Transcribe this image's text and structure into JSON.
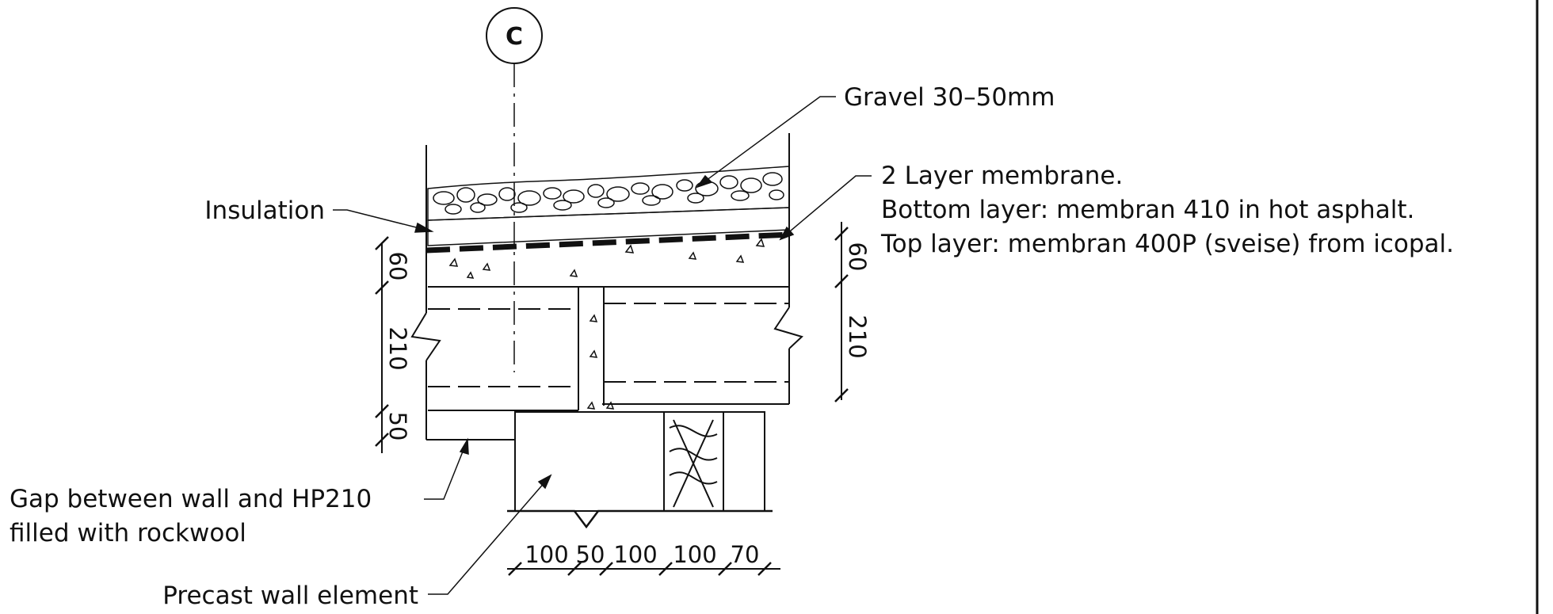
{
  "grid_marker": {
    "label": "C"
  },
  "callouts": {
    "gravel": "Gravel 30–50mm",
    "membrane_title": "2 Layer membrane.",
    "membrane_bottom": "Bottom layer: membran 410 in hot asphalt.",
    "membrane_top": "Top layer: membran 400P (sveise) from icopal.",
    "insulation": "Insulation",
    "gap_line1": "Gap between wall and HP210",
    "gap_line2": "filled with rockwool",
    "precast": "Precast wall element"
  },
  "dimensions": {
    "left": [
      "60",
      "210",
      "50"
    ],
    "right": [
      "60",
      "210"
    ],
    "bottom": [
      "100",
      "50",
      "100",
      "100",
      "70"
    ]
  }
}
